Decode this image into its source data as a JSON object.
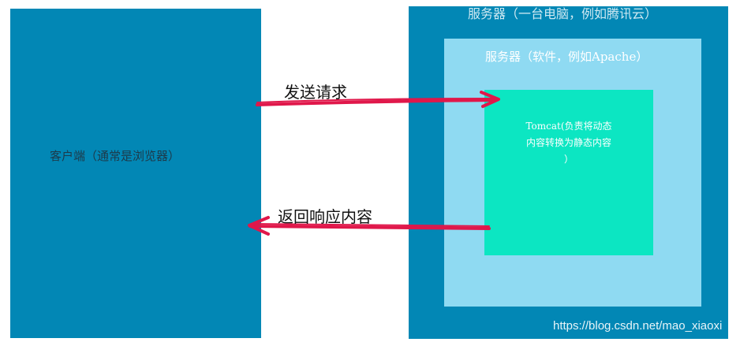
{
  "client": {
    "label": "客户端（通常是浏览器）"
  },
  "server_hardware": {
    "label": "服务器（一台电脑，例如腾讯云）"
  },
  "server_software": {
    "label": "服务器（软件，例如Apache）"
  },
  "tomcat": {
    "lines": [
      "Tomcat(负责将动态",
      "内容转换为静态内容",
      "）"
    ]
  },
  "request_arrow": {
    "label": "发送请求"
  },
  "response_arrow": {
    "label": "返回响应内容"
  },
  "watermark": {
    "text": "https://blog.csdn.net/mao_xiaoxi"
  },
  "colors": {
    "outer_blue": "#0287b5",
    "software_light_blue": "#8fdaf2",
    "tomcat_green": "#0ce6c2",
    "arrow_red": "#e0174a"
  }
}
